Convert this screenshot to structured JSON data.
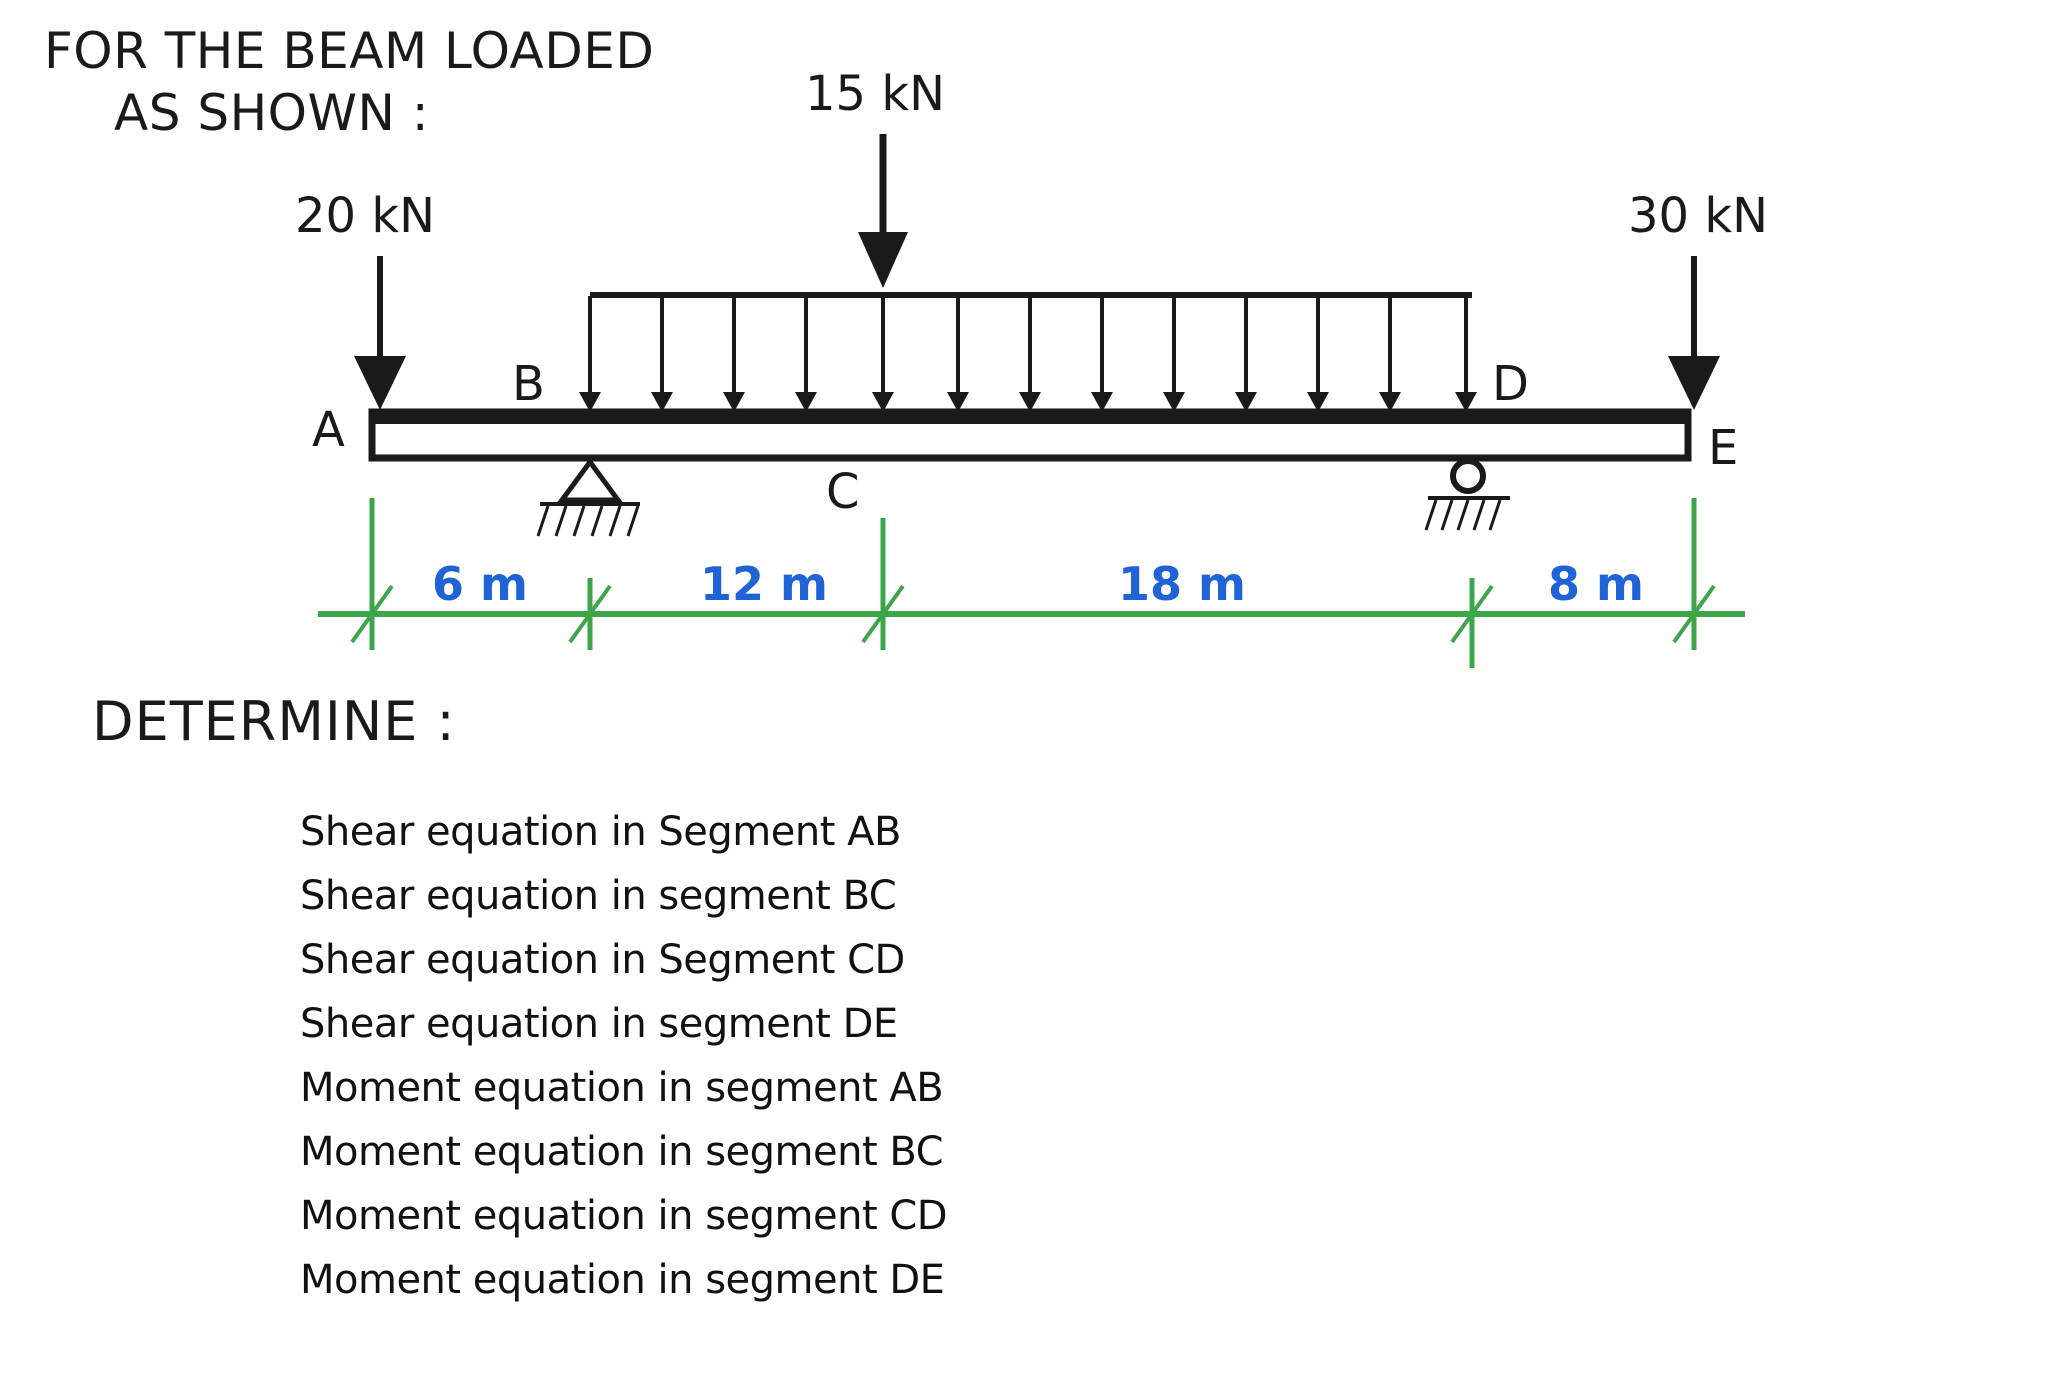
{
  "heading": {
    "line1": "FOR  THE BEAM LOADED",
    "line2": "AS SHOWN :"
  },
  "loads": {
    "a_point": "20 kN",
    "c_point": "15 kN",
    "e_point": "30 kN"
  },
  "points": {
    "a": "A",
    "b": "B",
    "c": "C",
    "d": "D",
    "e": "E"
  },
  "dimensions": {
    "ab": "6 m",
    "bc": "12 m",
    "cd": "18 m",
    "de": "8 m"
  },
  "determine_label": "DETERMINE :",
  "questions": [
    "Shear equation in Segment  AB",
    "Shear  equation  in  segment BC",
    "Shear equation in Segment CD",
    "Shear  equation in segment DE",
    "Moment equation in segment  AB",
    "Moment equation in segment  BC",
    "Moment equation in segment CD",
    "Moment equation in segment  DE"
  ],
  "colors": {
    "beam": "#1a1a1a",
    "dimension_line": "#3da54a",
    "dimension_text": "#1f63d6",
    "ink": "#111111"
  }
}
